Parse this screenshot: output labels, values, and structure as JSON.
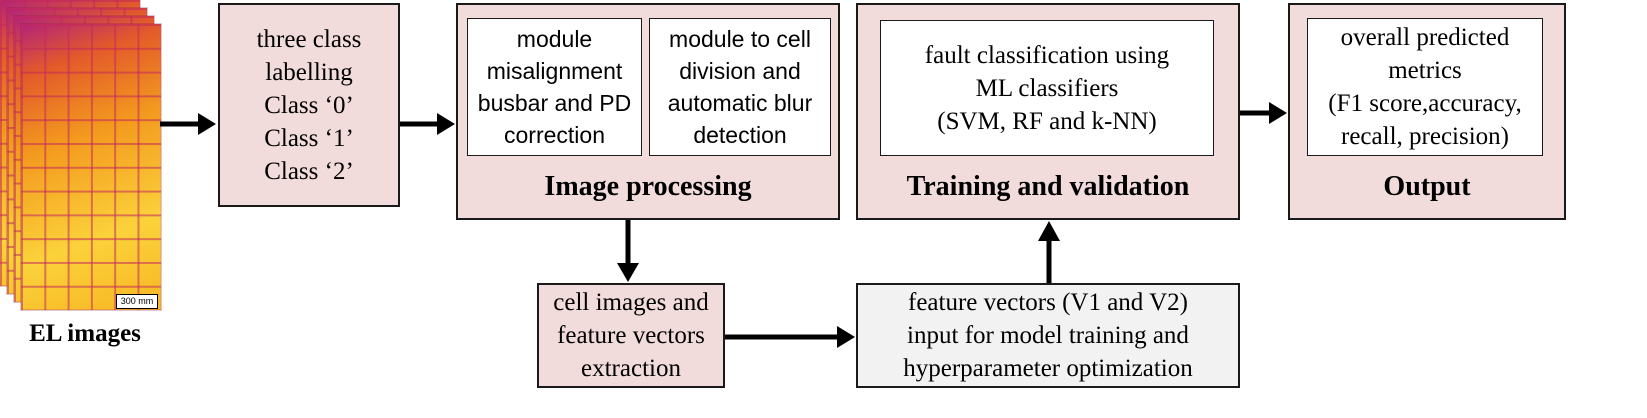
{
  "el_images": {
    "caption": "EL images",
    "scale_label": "300 mm"
  },
  "labelling": {
    "lines": [
      "three class",
      "labelling",
      "Class ‘0’",
      "Class ‘1’",
      "Class ‘2’"
    ]
  },
  "image_processing": {
    "title": "Image processing",
    "module_a": [
      "module",
      "misalignment",
      "busbar and PD",
      "correction"
    ],
    "module_b": [
      "module to cell",
      "division and",
      "automatic blur",
      "detection"
    ]
  },
  "training": {
    "title": "Training and validation",
    "inner": [
      "fault classification using",
      "ML classifiers",
      "(SVM, RF and k-NN)"
    ]
  },
  "output": {
    "title": "Output",
    "inner": [
      "overall predicted",
      "metrics",
      "(F1 score,accuracy,",
      "recall, precision)"
    ]
  },
  "extraction": {
    "lines": [
      "cell images and",
      "feature vectors",
      "extraction"
    ]
  },
  "feature_vectors": {
    "lines": [
      "feature vectors (V1 and V2)",
      "input for model training and",
      "hyperparameter optimization"
    ]
  },
  "colors": {
    "box_fill": "#f2dcdb",
    "feature_box_fill": "#f2f2f2",
    "border": "#1a1a1a",
    "arrow": "#000000"
  }
}
